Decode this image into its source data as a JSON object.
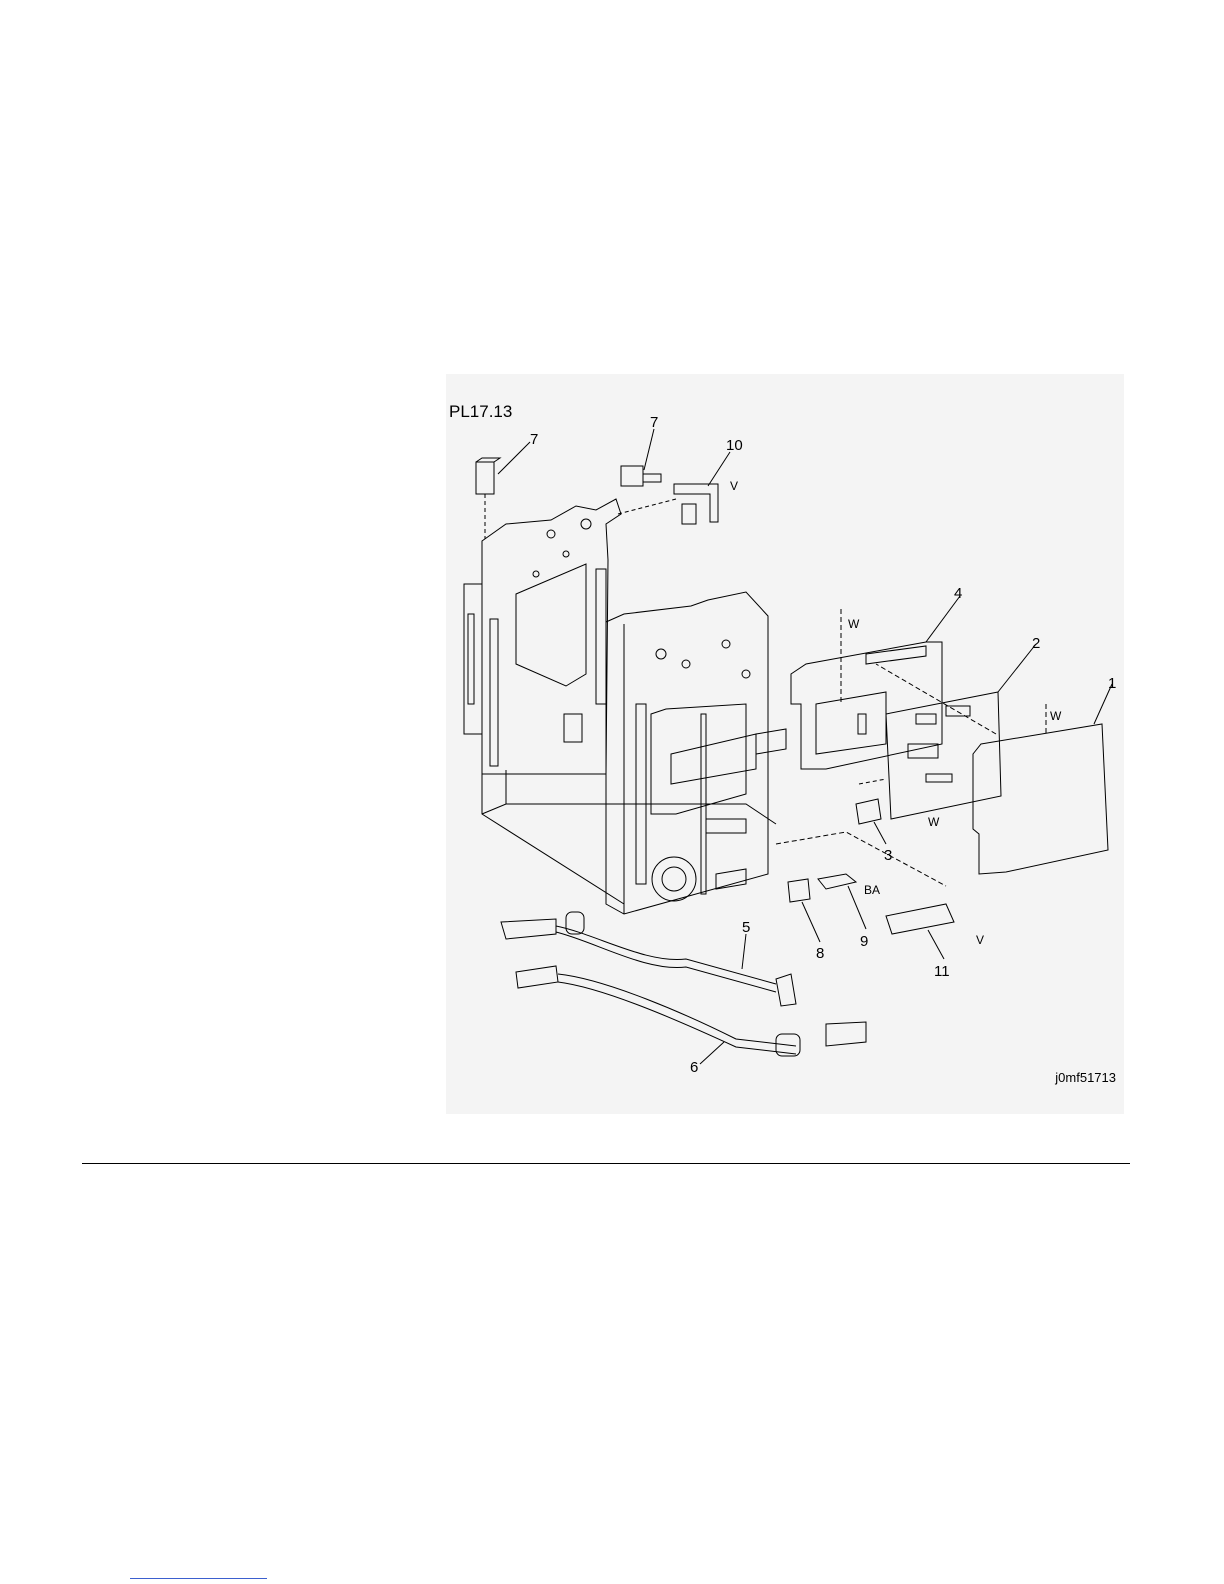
{
  "figure": {
    "plate_id": "PL17.13",
    "figure_code": "j0mf51713",
    "callouts": [
      "7",
      "7",
      "10",
      "4",
      "2",
      "1",
      "3",
      "8",
      "9",
      "11",
      "5",
      "6"
    ],
    "tags": [
      "V",
      "W",
      "W",
      "W",
      "BA",
      "V"
    ]
  },
  "colors": {
    "line": "#000000",
    "panel": "#f4f4f4",
    "link": "#3b5fcf"
  }
}
